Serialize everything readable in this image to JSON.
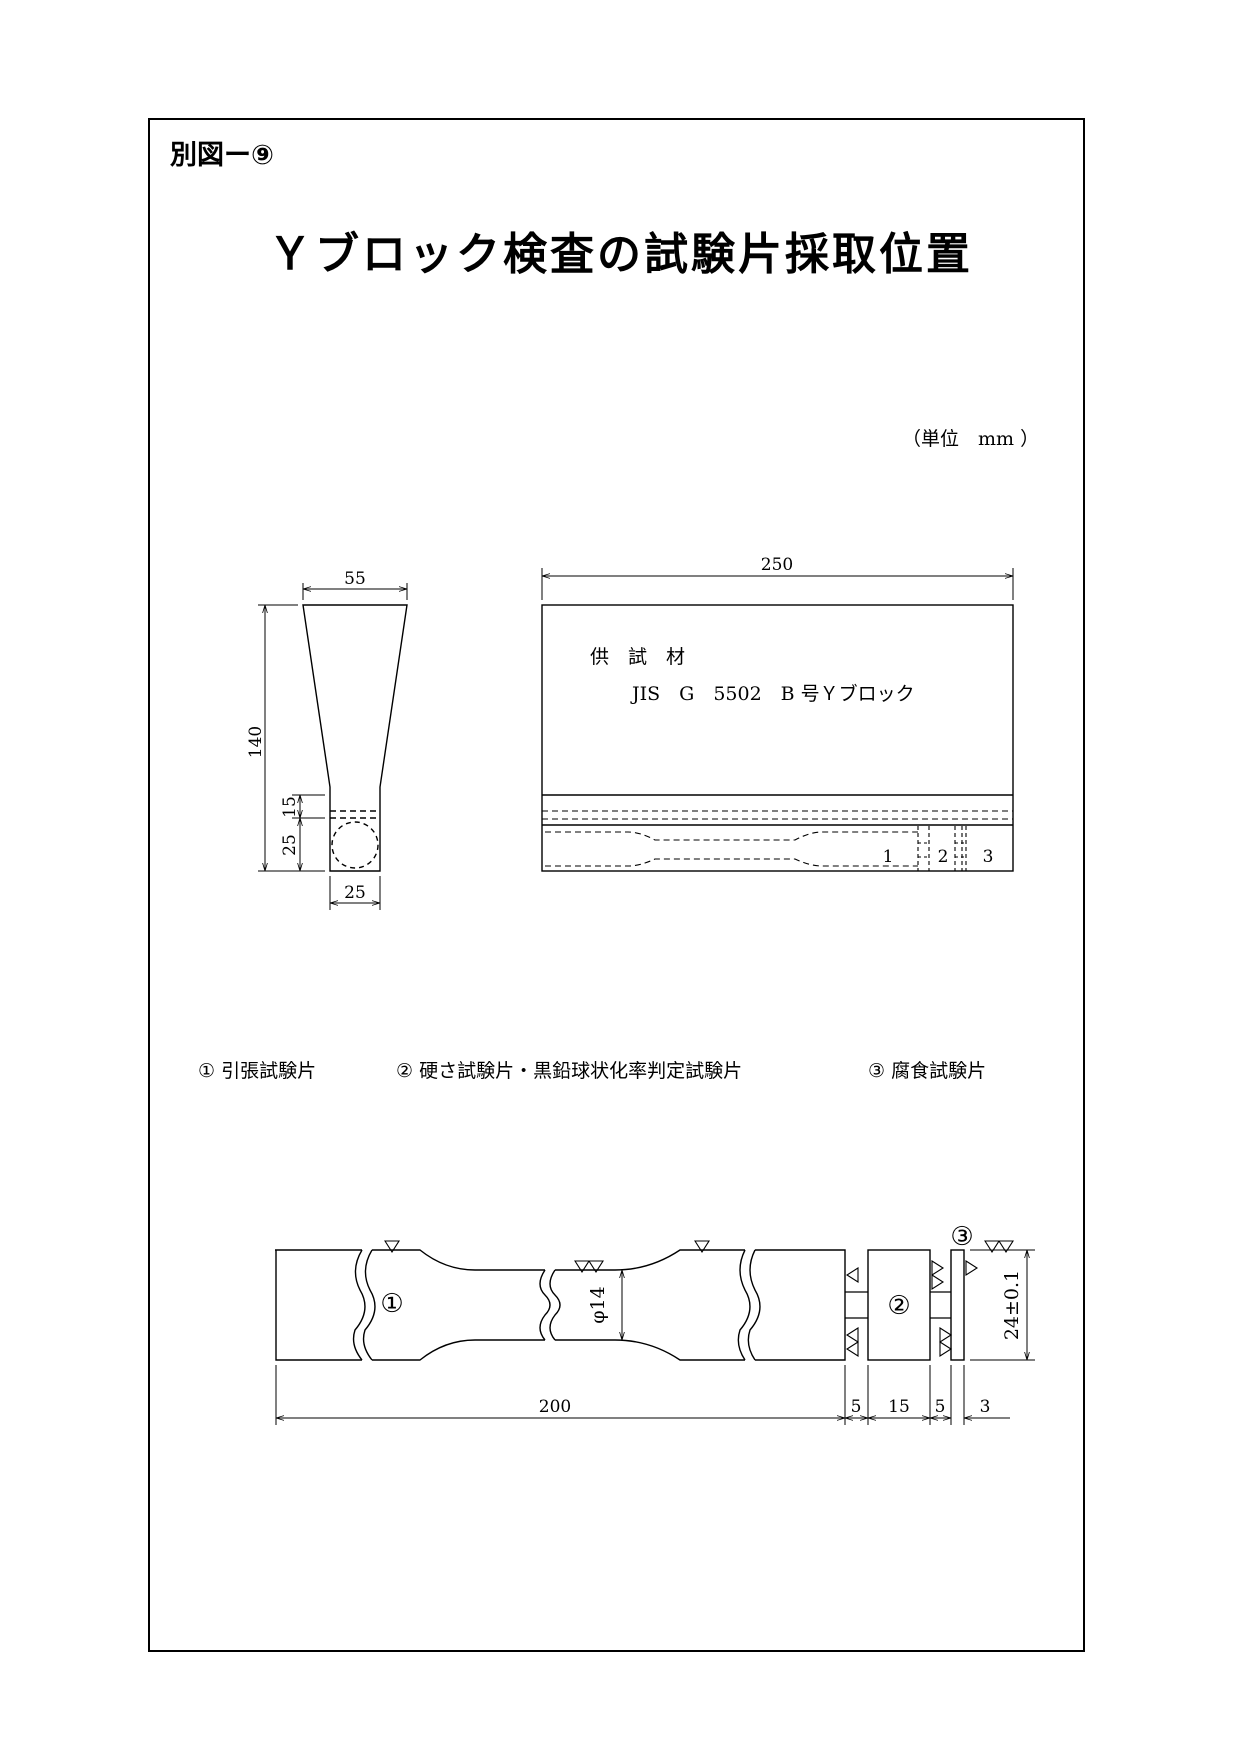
{
  "figure_label": "別図ー⑨",
  "title": "Ｙブロック検査の試験片採取位置",
  "unit_note": "（単位　mm ）",
  "side_view": {
    "top_width": "55",
    "height": "140",
    "upper_dim": "15",
    "lower_dim": "25",
    "bottom_width": "25"
  },
  "front_view": {
    "length": "250",
    "material_label": "供　試　材",
    "material_spec": "JIS　G　5502　B 号Ｙブロック",
    "markers": [
      "1",
      "2",
      "3"
    ]
  },
  "legend": [
    {
      "num": "①",
      "text": "引張試験片"
    },
    {
      "num": "②",
      "text": "硬さ試験片・黒鉛球状化率判定試験片"
    },
    {
      "num": "③",
      "text": "腐食試験片"
    }
  ],
  "specimen": {
    "circle1": "①",
    "circle2": "②",
    "circle3": "③",
    "diameter": "φ14",
    "height": "24±0.1",
    "dims": [
      "200",
      "5",
      "15",
      "5",
      "3"
    ]
  }
}
